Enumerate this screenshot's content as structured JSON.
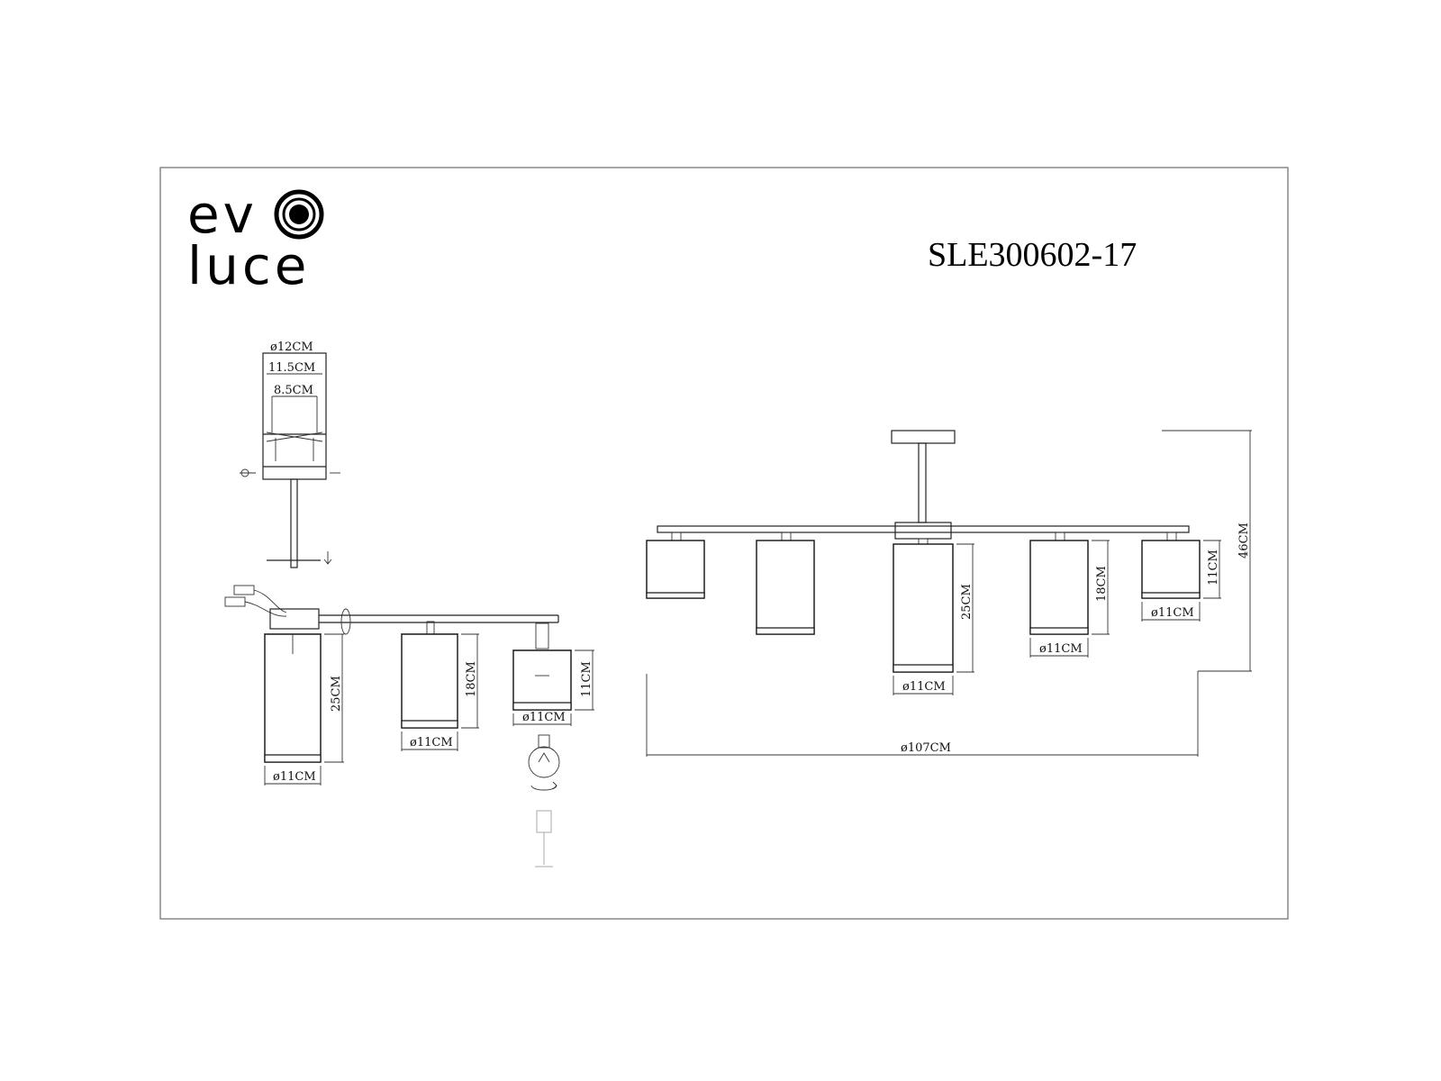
{
  "brand": {
    "line1": "ev",
    "line2": "luce",
    "logo_icon": "target-circle-icon"
  },
  "model": "SLE300602-17",
  "mount_detail": {
    "d_outer": "ø12CM",
    "d_mid": "11.5CM",
    "d_inner": "8.5CM"
  },
  "side_view": {
    "shade_large": {
      "height": "25CM",
      "diameter": "ø11CM"
    },
    "shade_medium": {
      "height": "18CM",
      "diameter": "ø11CM"
    },
    "shade_small": {
      "height": "11CM",
      "diameter": "ø11CM"
    }
  },
  "front_view": {
    "total_height": "46CM",
    "total_width": "ø107CM",
    "shade_center": {
      "height": "25CM",
      "diameter": "ø11CM"
    },
    "shade_right_inner": {
      "height": "18CM",
      "diameter": "ø11CM"
    },
    "shade_right_outer": {
      "height": "11CM",
      "diameter": "ø11CM"
    }
  },
  "icons": [
    "bulb-icon",
    "rotate-arrow-icon",
    "arrow-down-icon",
    "screw-icon"
  ]
}
